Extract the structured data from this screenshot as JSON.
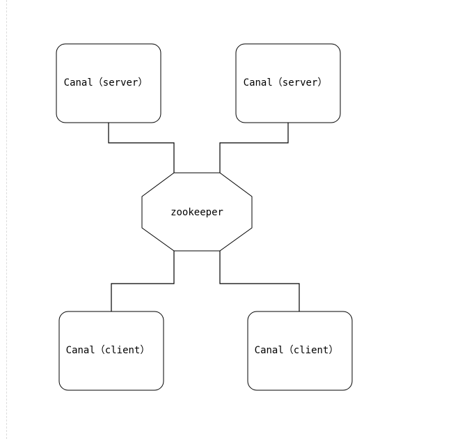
{
  "diagram": {
    "nodes": {
      "server_left": {
        "label": "Canal（server）"
      },
      "server_right": {
        "label": "Canal（server）"
      },
      "zookeeper": {
        "label": "zookeeper"
      },
      "client_left": {
        "label": "Canal（client）"
      },
      "client_right": {
        "label": "Canal（client）"
      }
    },
    "colors": {
      "line": "#000000",
      "fill": "#ffffff"
    }
  }
}
